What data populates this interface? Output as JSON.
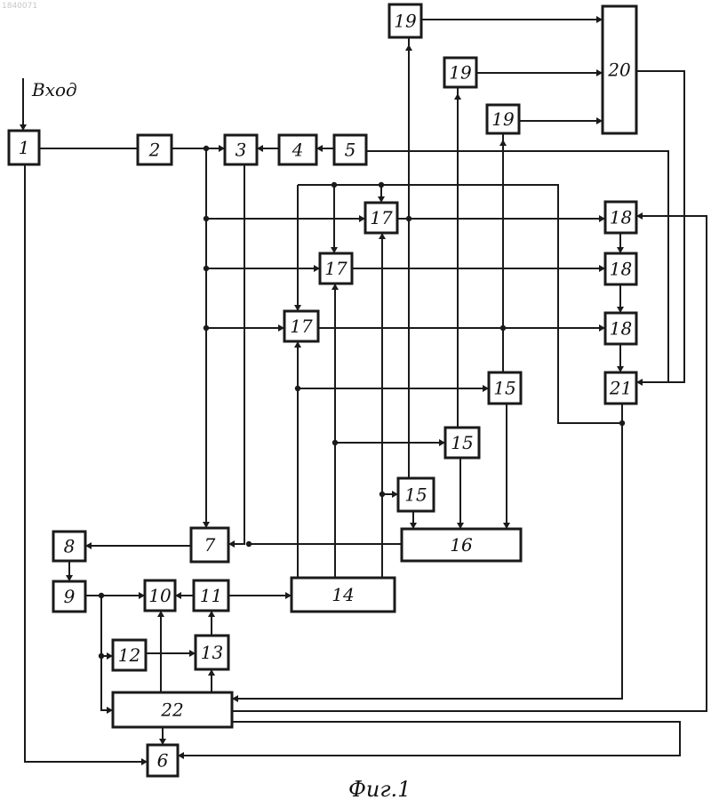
{
  "watermark": "1840071",
  "input_label": "Вход",
  "caption": "Фиг.1",
  "blocks": [
    {
      "id": "b1",
      "label": "1"
    },
    {
      "id": "b2",
      "label": "2"
    },
    {
      "id": "b3",
      "label": "3"
    },
    {
      "id": "b4",
      "label": "4"
    },
    {
      "id": "b5",
      "label": "5"
    },
    {
      "id": "b6",
      "label": "6"
    },
    {
      "id": "b7",
      "label": "7"
    },
    {
      "id": "b8",
      "label": "8"
    },
    {
      "id": "b9",
      "label": "9"
    },
    {
      "id": "b10",
      "label": "10"
    },
    {
      "id": "b11",
      "label": "11"
    },
    {
      "id": "b12",
      "label": "12"
    },
    {
      "id": "b13",
      "label": "13"
    },
    {
      "id": "b14",
      "label": "14"
    },
    {
      "id": "b15a",
      "label": "15"
    },
    {
      "id": "b15b",
      "label": "15"
    },
    {
      "id": "b15c",
      "label": "15"
    },
    {
      "id": "b16",
      "label": "16"
    },
    {
      "id": "b17a",
      "label": "17"
    },
    {
      "id": "b17b",
      "label": "17"
    },
    {
      "id": "b17c",
      "label": "17"
    },
    {
      "id": "b18a",
      "label": "18"
    },
    {
      "id": "b18b",
      "label": "18"
    },
    {
      "id": "b18c",
      "label": "18"
    },
    {
      "id": "b19a",
      "label": "19"
    },
    {
      "id": "b19b",
      "label": "19"
    },
    {
      "id": "b19c",
      "label": "19"
    },
    {
      "id": "b20",
      "label": "20"
    },
    {
      "id": "b21",
      "label": "21"
    },
    {
      "id": "b22",
      "label": "22"
    }
  ]
}
